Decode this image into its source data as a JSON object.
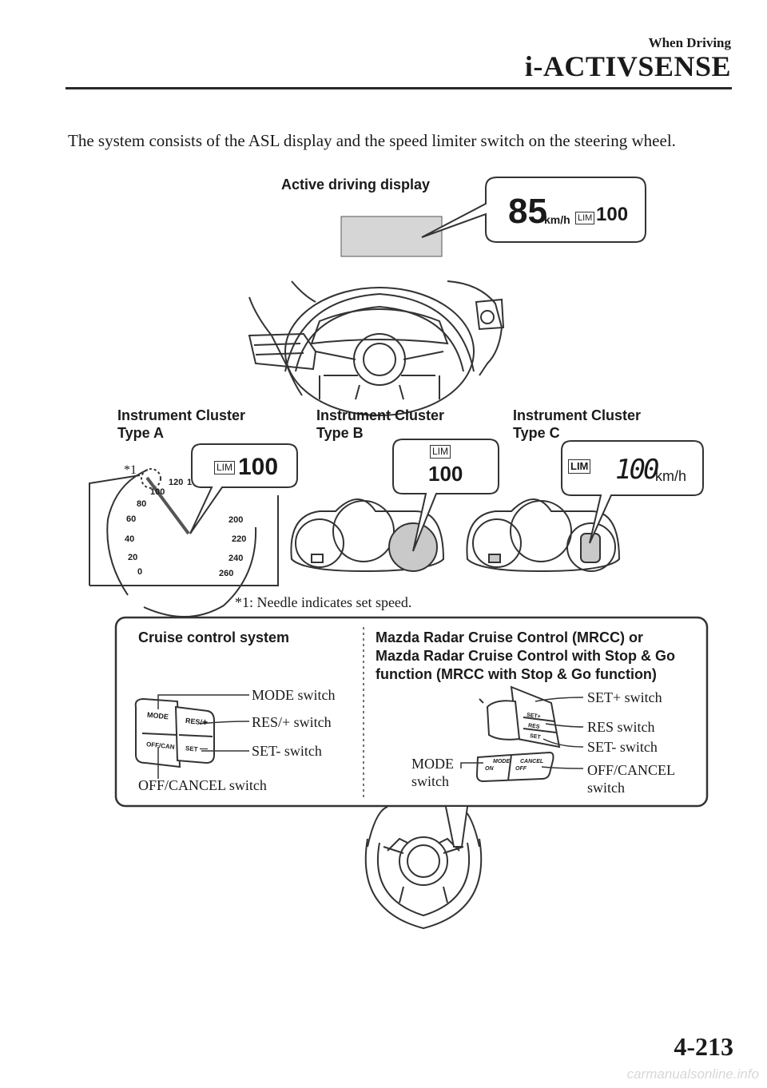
{
  "header": {
    "section": "When Driving",
    "chapter": "i-ACTIVSENSE"
  },
  "intro_text": "The system consists of the ASL display and the speed limiter switch on the steering wheel.",
  "active_display": {
    "label": "Active driving display",
    "speed": "85",
    "unit": "km/h",
    "lim_badge": "LIM",
    "limit": "100"
  },
  "clusters": [
    {
      "title_line1": "Instrument Cluster",
      "title_line2": "Type A",
      "lim_badge": "LIM",
      "value": "100"
    },
    {
      "title_line1": "Instrument Cluster",
      "title_line2": "Type B",
      "lim_badge": "LIM",
      "value": "100"
    },
    {
      "title_line1": "Instrument Cluster",
      "title_line2": "Type C",
      "lim_badge": "LIM",
      "value": "100",
      "unit": "km/h"
    }
  ],
  "speedometer_ticks": [
    "0",
    "20",
    "40",
    "60",
    "80",
    "100",
    "120",
    "1",
    "200",
    "220",
    "240",
    "260"
  ],
  "footnote_marker": "*1",
  "footnote": "*1: Needle indicates set speed.",
  "cruise_control": {
    "title": "Cruise control system",
    "callouts": {
      "mode": "MODE switch",
      "res": "RES/+ switch",
      "set": "SET- switch",
      "off_cancel": "OFF/CANCEL switch"
    },
    "button_labels": {
      "mode": "MODE",
      "res": "RES/",
      "plus": "+",
      "off_can": "OFF/CAN",
      "set": "SET",
      "minus": "—"
    }
  },
  "mrcc": {
    "title_lines": [
      "Mazda Radar Cruise Control (MRCC) or",
      "Mazda Radar Cruise Control with Stop & Go",
      "function (MRCC with Stop & Go function)"
    ],
    "callouts": {
      "set_plus": "SET+ switch",
      "res": "RES switch",
      "set_minus": "SET- switch",
      "mode_line1": "MODE",
      "mode_line2": "switch",
      "off_cancel_line1": "OFF/CANCEL",
      "off_cancel_line2": "switch"
    },
    "button_labels": {
      "set_plus": "SET+",
      "res": "RES",
      "set": "SET",
      "mode": "MODE",
      "on": "ON",
      "cancel": "CANCEL",
      "off": "OFF"
    }
  },
  "page_number": "4-213",
  "footer_url": "carmanualsonline.info"
}
